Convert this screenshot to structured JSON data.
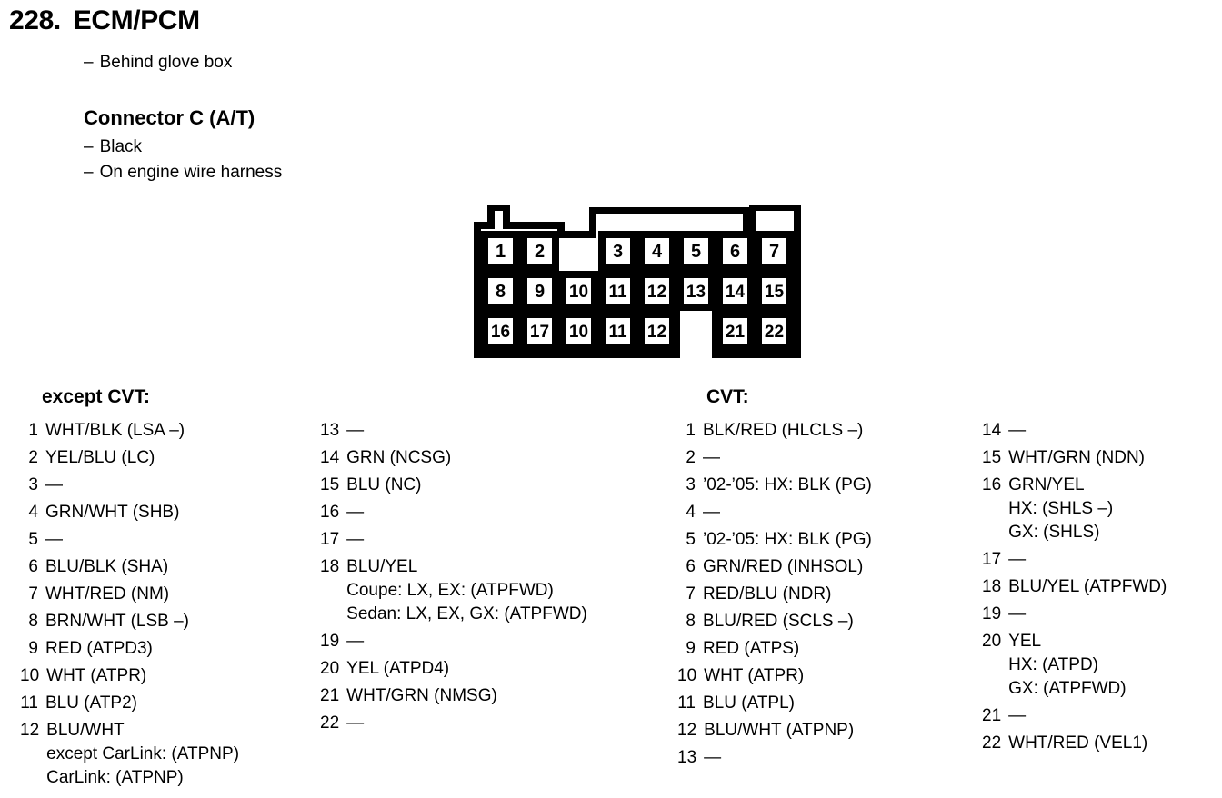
{
  "header": {
    "number": "228.",
    "title": "ECM/PCM",
    "dash": "–",
    "location": "Behind glove box",
    "connector_title": "Connector C (A/T)",
    "color": "Black",
    "harness": "On engine wire harness"
  },
  "connector": {
    "name": "connector-c-pinout-diagram",
    "rows": [
      [
        "1",
        "2",
        "",
        "3",
        "4",
        "5",
        "6",
        "7"
      ],
      [
        "8",
        "9",
        "10",
        "11",
        "12",
        "13",
        "14",
        "15"
      ],
      [
        "16",
        "17",
        "10",
        "11",
        "12",
        "",
        "21",
        "22"
      ]
    ]
  },
  "groups": [
    {
      "heading": "except CVT:",
      "columns": [
        {
          "id": "col-a",
          "pins": [
            {
              "num": "1",
              "value": "WHT/BLK (LSA –)"
            },
            {
              "num": "2",
              "value": "YEL/BLU (LC)"
            },
            {
              "num": "3",
              "value": "—"
            },
            {
              "num": "4",
              "value": "GRN/WHT (SHB)"
            },
            {
              "num": "5",
              "value": "—"
            },
            {
              "num": "6",
              "value": "BLU/BLK (SHA)"
            },
            {
              "num": "7",
              "value": "WHT/RED (NM)"
            },
            {
              "num": "8",
              "value": "BRN/WHT (LSB –)"
            },
            {
              "num": "9",
              "value": "RED (ATPD3)"
            },
            {
              "num": "10",
              "value": "WHT (ATPR)"
            },
            {
              "num": "11",
              "value": "BLU (ATP2)"
            },
            {
              "num": "12",
              "value": "BLU/WHT",
              "notes": [
                "except CarLink: (ATPNP)",
                "CarLink: (ATPNP)"
              ]
            }
          ]
        },
        {
          "id": "col-b",
          "pins": [
            {
              "num": "13",
              "value": "—"
            },
            {
              "num": "14",
              "value": "GRN (NCSG)"
            },
            {
              "num": "15",
              "value": "BLU (NC)"
            },
            {
              "num": "16",
              "value": "—"
            },
            {
              "num": "17",
              "value": "—"
            },
            {
              "num": "18",
              "value": "BLU/YEL",
              "notes": [
                "Coupe: LX, EX: (ATPFWD)",
                "Sedan: LX, EX, GX: (ATPFWD)"
              ]
            },
            {
              "num": "19",
              "value": "—"
            },
            {
              "num": "20",
              "value": "YEL (ATPD4)"
            },
            {
              "num": "21",
              "value": "WHT/GRN (NMSG)"
            },
            {
              "num": "22",
              "value": "—"
            }
          ]
        }
      ]
    },
    {
      "heading": "CVT:",
      "columns": [
        {
          "id": "col-c",
          "pins": [
            {
              "num": "1",
              "value": "BLK/RED (HLCLS –)"
            },
            {
              "num": "2",
              "value": "—"
            },
            {
              "num": "3",
              "value": "’02-’05: HX: BLK (PG)"
            },
            {
              "num": "4",
              "value": "—"
            },
            {
              "num": "5",
              "value": "’02-’05: HX: BLK (PG)"
            },
            {
              "num": "6",
              "value": "GRN/RED (INHSOL)"
            },
            {
              "num": "7",
              "value": "RED/BLU (NDR)"
            },
            {
              "num": "8",
              "value": "BLU/RED (SCLS –)"
            },
            {
              "num": "9",
              "value": "RED (ATPS)"
            },
            {
              "num": "10",
              "value": "WHT (ATPR)"
            },
            {
              "num": "11",
              "value": "BLU (ATPL)"
            },
            {
              "num": "12",
              "value": "BLU/WHT (ATPNP)"
            },
            {
              "num": "13",
              "value": "—"
            }
          ]
        },
        {
          "id": "col-d",
          "pins": [
            {
              "num": "14",
              "value": "—"
            },
            {
              "num": "15",
              "value": "WHT/GRN (NDN)"
            },
            {
              "num": "16",
              "value": "GRN/YEL",
              "notes": [
                "HX: (SHLS –)",
                "GX: (SHLS)"
              ]
            },
            {
              "num": "17",
              "value": "—"
            },
            {
              "num": "18",
              "value": "BLU/YEL (ATPFWD)"
            },
            {
              "num": "19",
              "value": "—"
            },
            {
              "num": "20",
              "value": "YEL",
              "notes": [
                "HX: (ATPD)",
                "GX: (ATPFWD)"
              ]
            },
            {
              "num": "21",
              "value": "—"
            },
            {
              "num": "22",
              "value": "WHT/RED (VEL1)"
            }
          ]
        }
      ]
    }
  ]
}
